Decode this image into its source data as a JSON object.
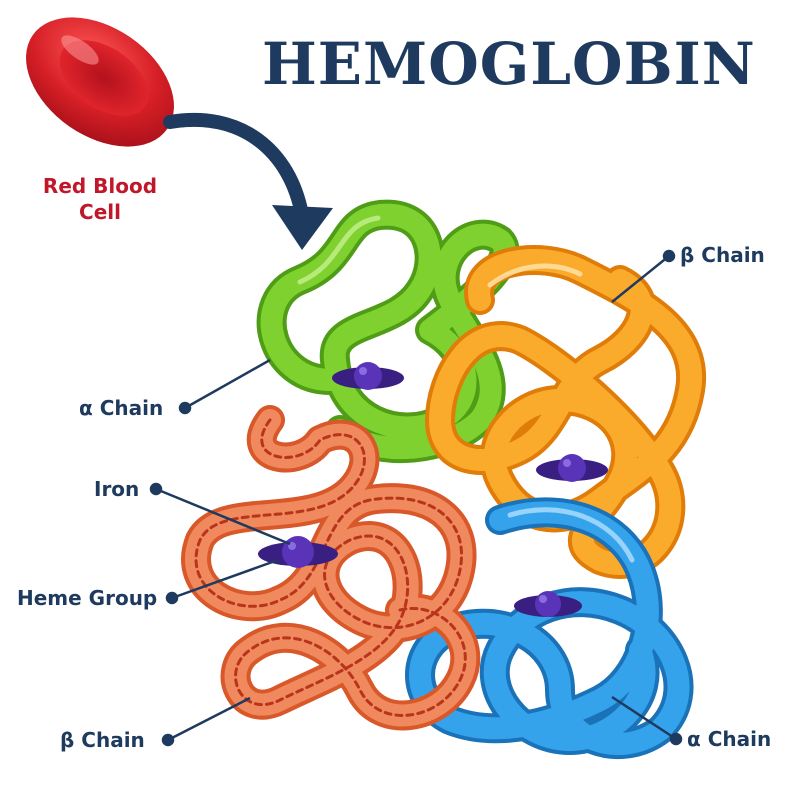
{
  "title": "HEMOGLOBIN",
  "red_blood_cell": {
    "line1": "Red Blood",
    "line2": "Cell"
  },
  "labels": {
    "beta_chain_top": "β Chain",
    "alpha_chain_left": "α Chain",
    "iron": "Iron",
    "heme_group": "Heme Group",
    "beta_chain_bottom": "β Chain",
    "alpha_chain_bottom": "α Chain"
  },
  "colors": {
    "title": "#1e3a5f",
    "red_blood_cell": "#d61f26",
    "alpha_chain_green": "#6cc424",
    "beta_chain_orange": "#f59a1b",
    "beta_chain_salmon": "#ee7a4c",
    "alpha_chain_blue": "#2b95dd",
    "heme": "#4b2a9e"
  }
}
